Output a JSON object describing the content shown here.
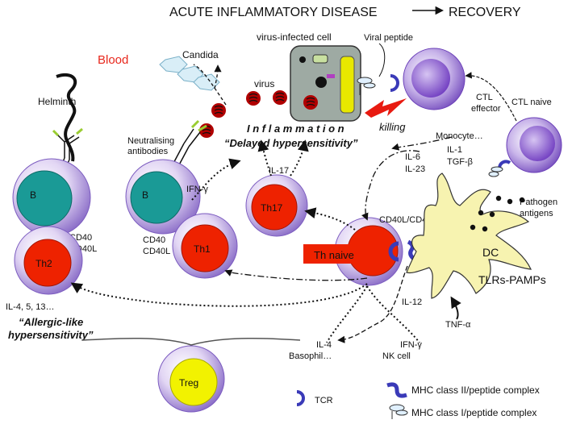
{
  "title": "ACUTE INFLAMMATORY DISEASE",
  "title_recovery": "RECOVERY",
  "blood": "Blood",
  "helminth": "Helminth",
  "candida": "Candida",
  "virus": "virus",
  "virus_infected_cell": "virus-infected cell",
  "viral_peptide": "Viral peptide",
  "ctl_effector": [
    "CTL",
    "effector"
  ],
  "ctl_naive": "CTL naive",
  "killing": "killing",
  "inflammation": "I n f l a m m a t i o n",
  "delayed_hypersensitivity": "“Delayed hypersensitivity”",
  "neutralising_antibodies": [
    "Neutralising",
    "antibodies"
  ],
  "monocyte": "Monocyte…",
  "cytokines": {
    "il1": "IL-1",
    "tgfb": "TGF-β",
    "il6": "IL-6",
    "il23": "IL-23",
    "il17": "IL-17",
    "ifng": "IFN-γ",
    "il4_5_13": "IL-4, 5, 13…",
    "il12": "IL-12",
    "tnfa": "TNF-α",
    "il4": "IL-4",
    "ifng_nk": "IFN-γ"
  },
  "cells": {
    "b": "B",
    "th2": "Th2",
    "th1": "Th1",
    "th17": "Th17",
    "th_naive": "Th naive",
    "treg": "Treg",
    "dc": "DC"
  },
  "cd40": "CD40",
  "cd40l": "CD40L",
  "cd40_cd40": "CD40L/CD40",
  "pathogen_antigens": [
    "Pathogen",
    "antigens"
  ],
  "tlrs_pamps": "TLRs-PAMPs",
  "allergic": [
    "“Allergic-like",
    "hypersensitivity”"
  ],
  "basophil": "Basophil…",
  "nk_cell": "NK cell",
  "legend": {
    "tcr": "TCR",
    "mhc2": "MHC class II/peptide complex",
    "mhc1": "MHC class I/peptide complex"
  },
  "colors": {
    "cell_purple": "#8a6bc8",
    "cell_light": "#e8e0f4",
    "th_red": "#ee2200",
    "b_teal": "#1a9a96",
    "treg_yellow": "#f2f200",
    "dc_yellow": "#f7f3b0",
    "infected_cell": "#9eaaa3",
    "blood_red": "#e8271c"
  }
}
